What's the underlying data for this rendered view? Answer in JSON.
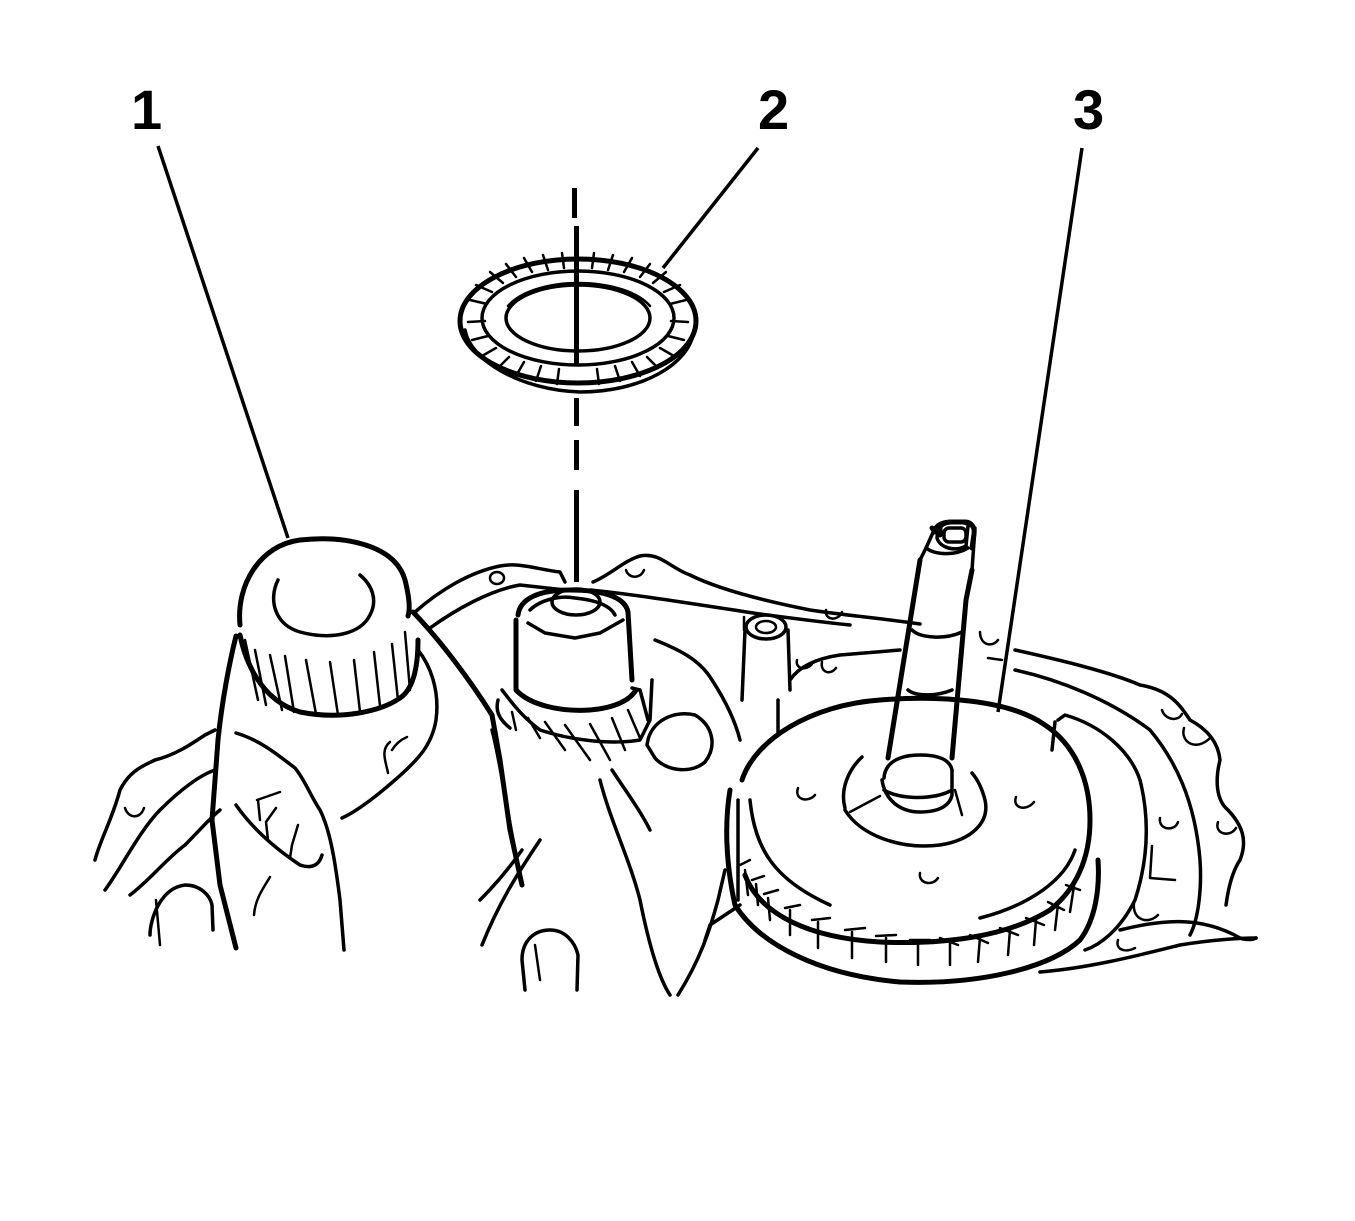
{
  "figure": {
    "type": "line-drawing",
    "subject": "transmission assembly with thrust bearing",
    "background": "#ffffff",
    "ink": "#000000"
  },
  "callouts": [
    {
      "id": "1",
      "label": "1",
      "target": "differential / output housing"
    },
    {
      "id": "2",
      "label": "2",
      "target": "thrust bearing"
    },
    {
      "id": "3",
      "label": "3",
      "target": "gear and shaft assembly"
    }
  ],
  "annotations": {
    "centerline": "dashed assembly axis through bearing to shaft"
  }
}
